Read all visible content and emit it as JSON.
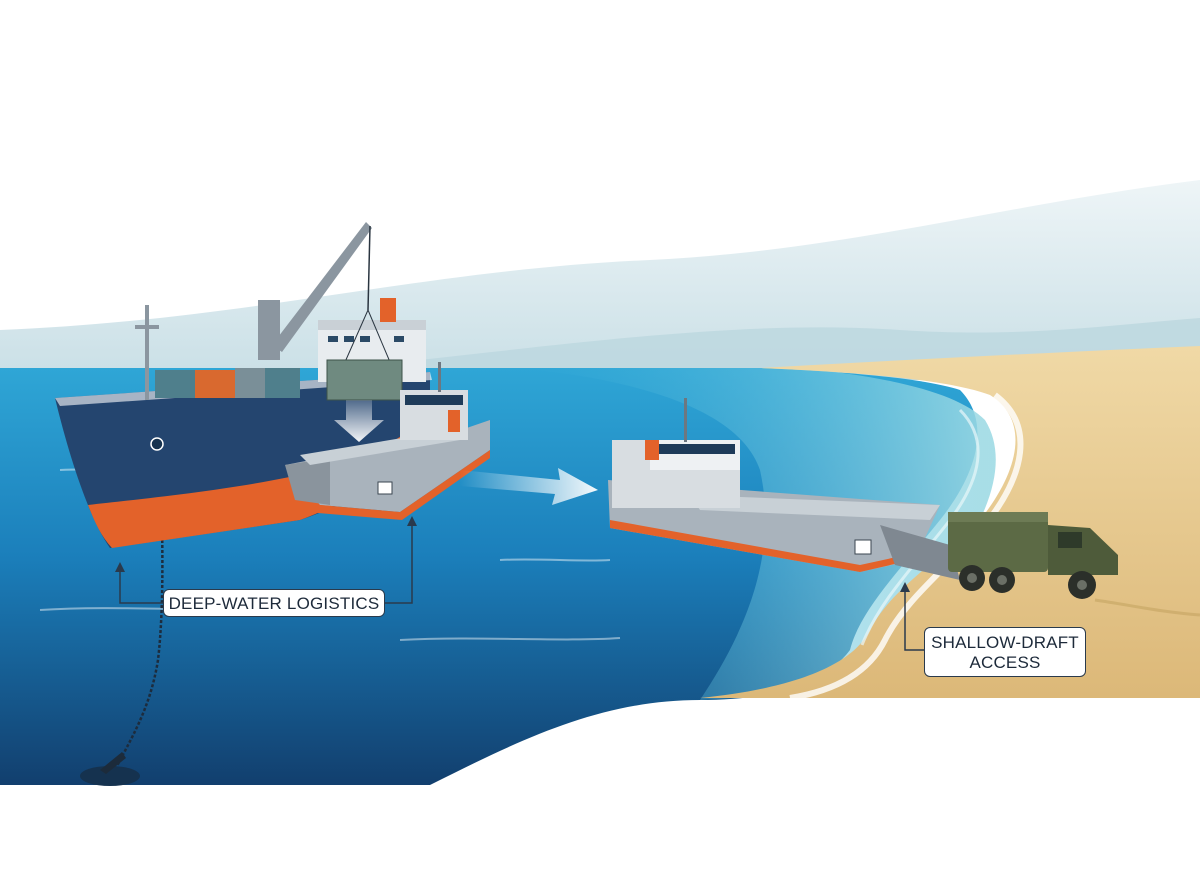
{
  "labels": {
    "deep_water": "DEEP-WATER LOGISTICS",
    "shallow_draft_line1": "SHALLOW-DRAFT",
    "shallow_draft_line2": "ACCESS"
  },
  "colors": {
    "sky": "#ffffff",
    "distant_water": "#cfe3ea",
    "sea": "#1f8fc4",
    "deep_sea": "#16507f",
    "shallow_sea": "#73c7d8",
    "sand": "#e9cf98",
    "hull_navy": "#24456f",
    "hull_orange": "#e3622a",
    "landing_craft_grey": "#a9b3bc",
    "truck_olive": "#5c6a45",
    "container_teal": "#4f7f8c",
    "container_orange": "#d9692f",
    "label_border": "#2a3a4c"
  },
  "icons": [
    "cargo-ship",
    "crane",
    "shipping-container",
    "landing-craft",
    "military-truck",
    "anchor",
    "flow-arrow"
  ]
}
